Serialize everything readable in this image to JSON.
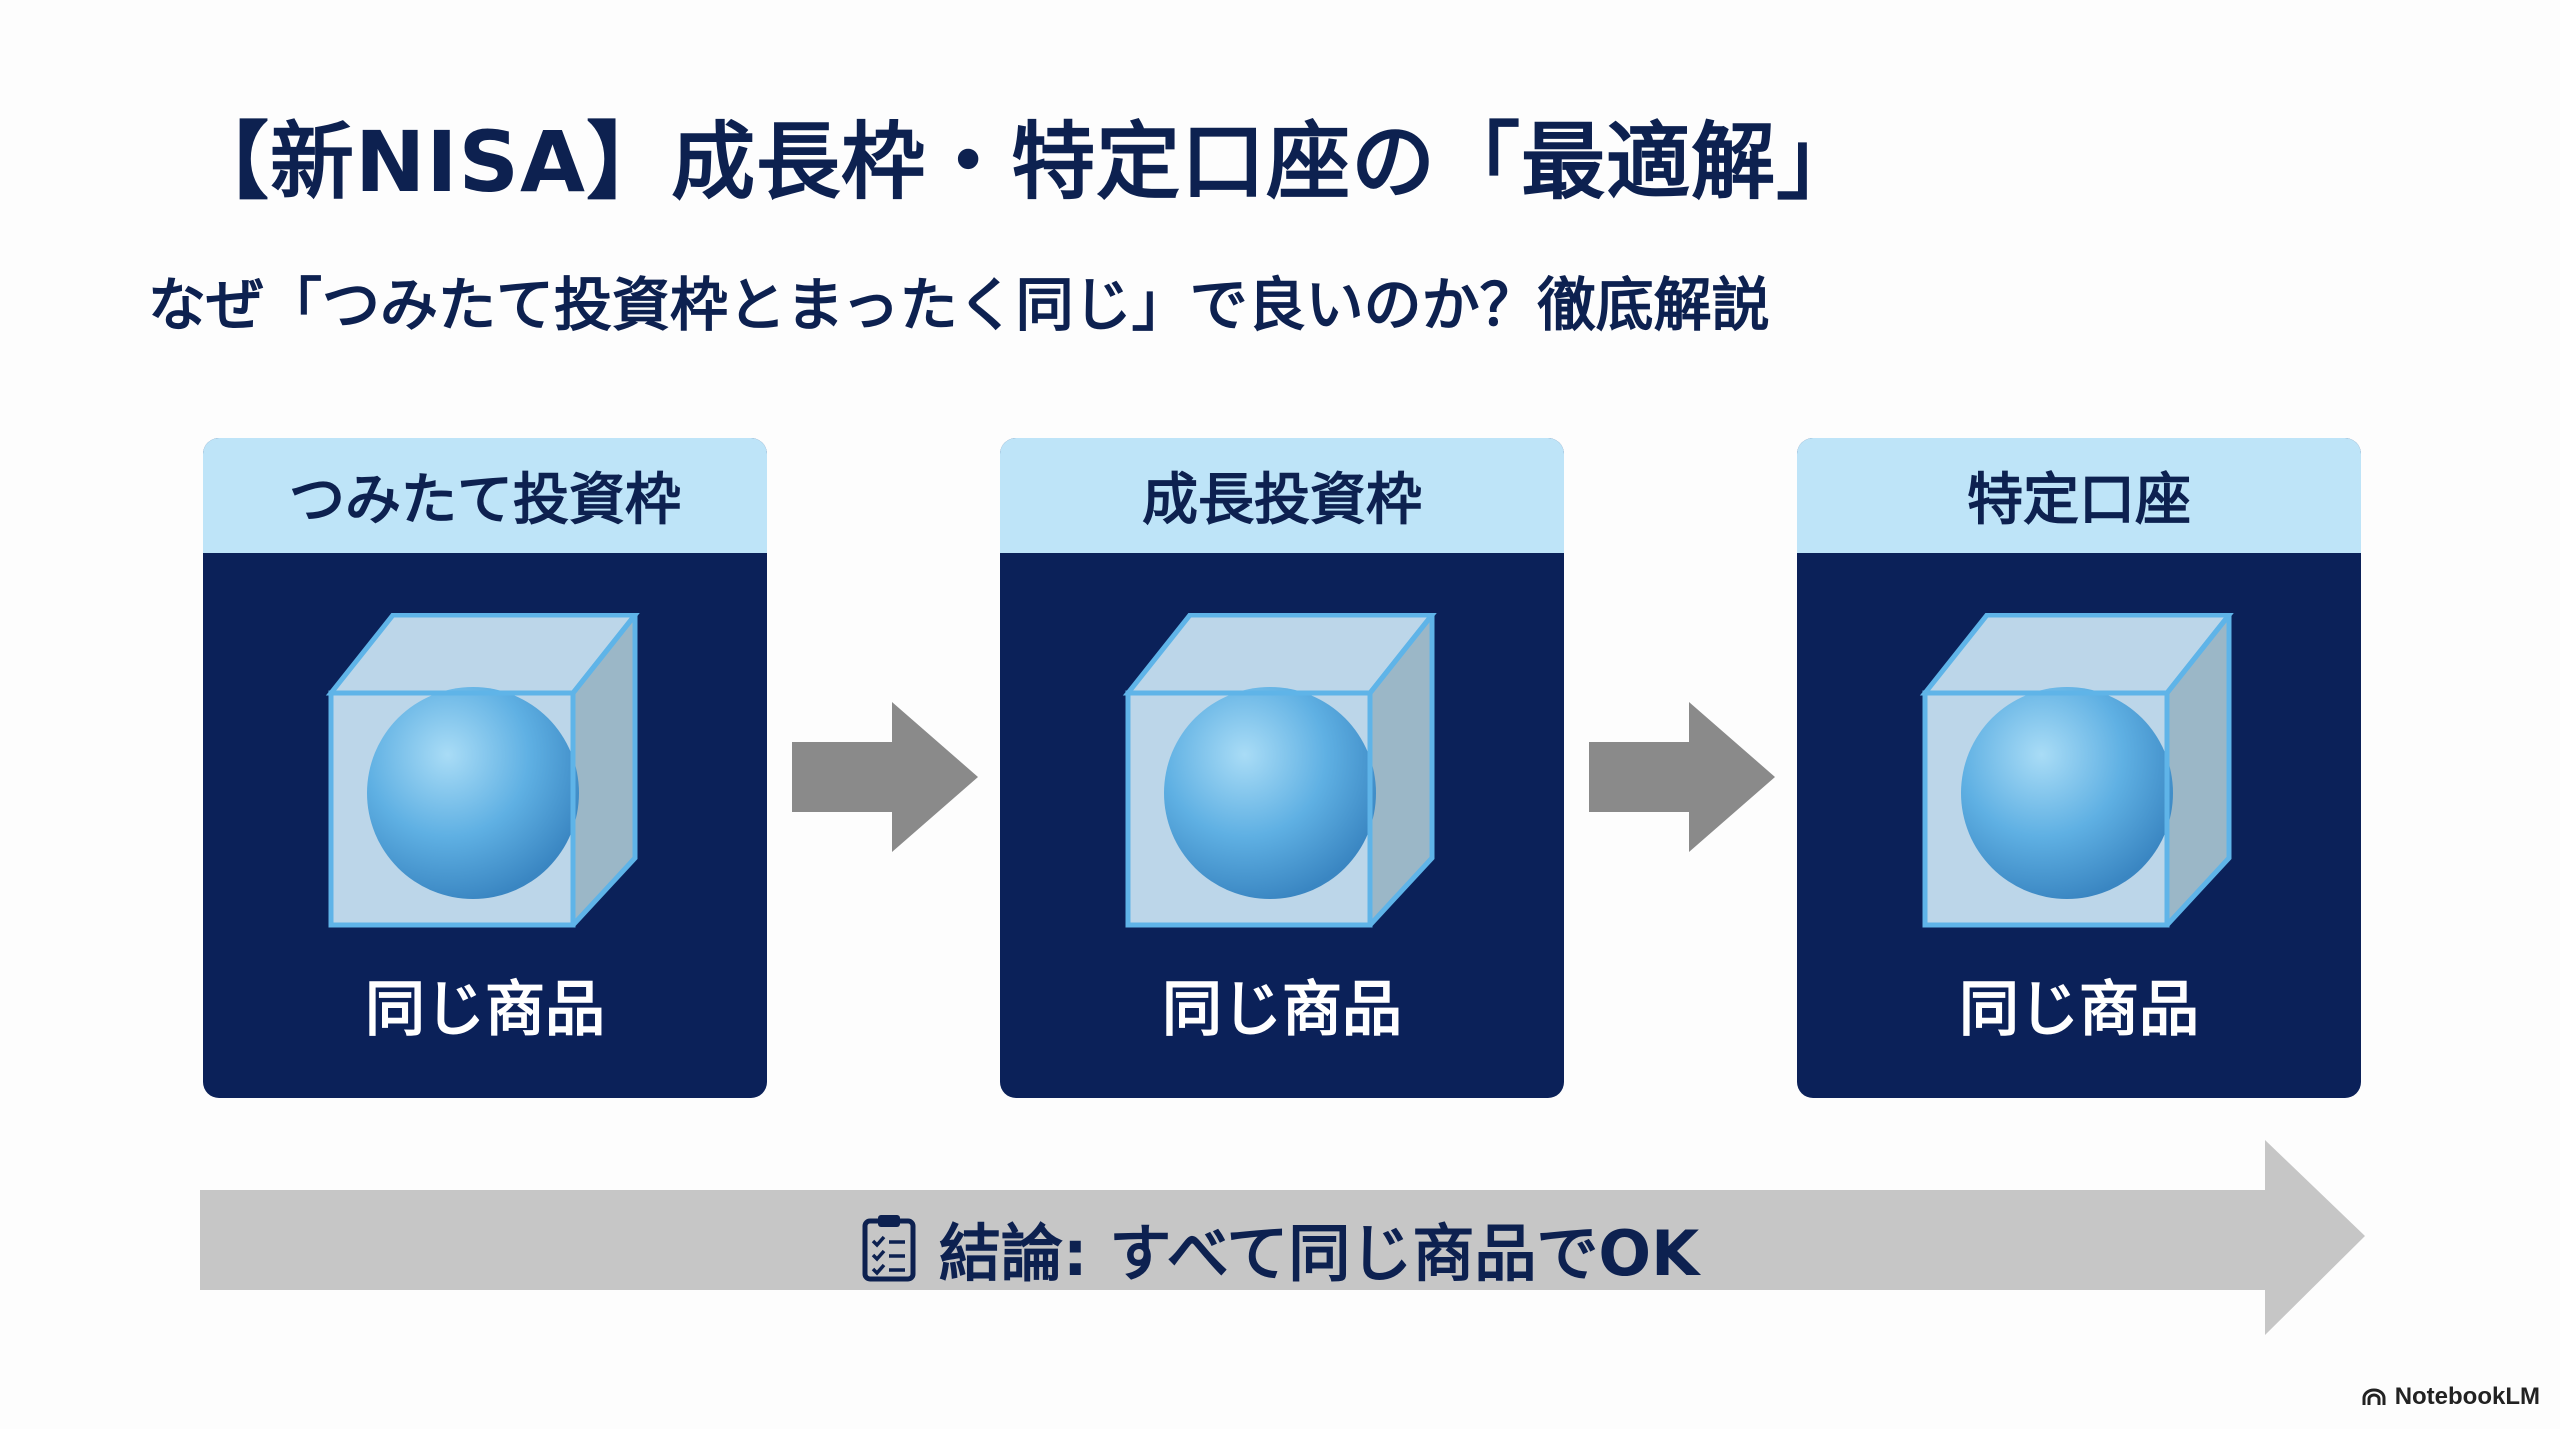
{
  "title": "【新NISA】成長枠・特定口座の「最適解」",
  "subtitle": "なぜ「つみたて投資枠とまったく同じ」で良いのか？徹底解説",
  "cards": [
    {
      "header": "つみたて投資枠",
      "label": "同じ商品"
    },
    {
      "header": "成長投資枠",
      "label": "同じ商品"
    },
    {
      "header": "特定口座",
      "label": "同じ商品"
    }
  ],
  "conclusion": {
    "icon": "clipboard-checklist-icon",
    "text": "結論: すべて同じ商品でOK"
  },
  "brand": {
    "icon": "notebooklm-logo-icon",
    "text": "NotebookLM"
  },
  "colors": {
    "navy": "#0b2159",
    "light_blue": "#bee4f8",
    "arrow_gray": "#8a8a8a",
    "big_arrow_gray": "#c6c6c6"
  }
}
